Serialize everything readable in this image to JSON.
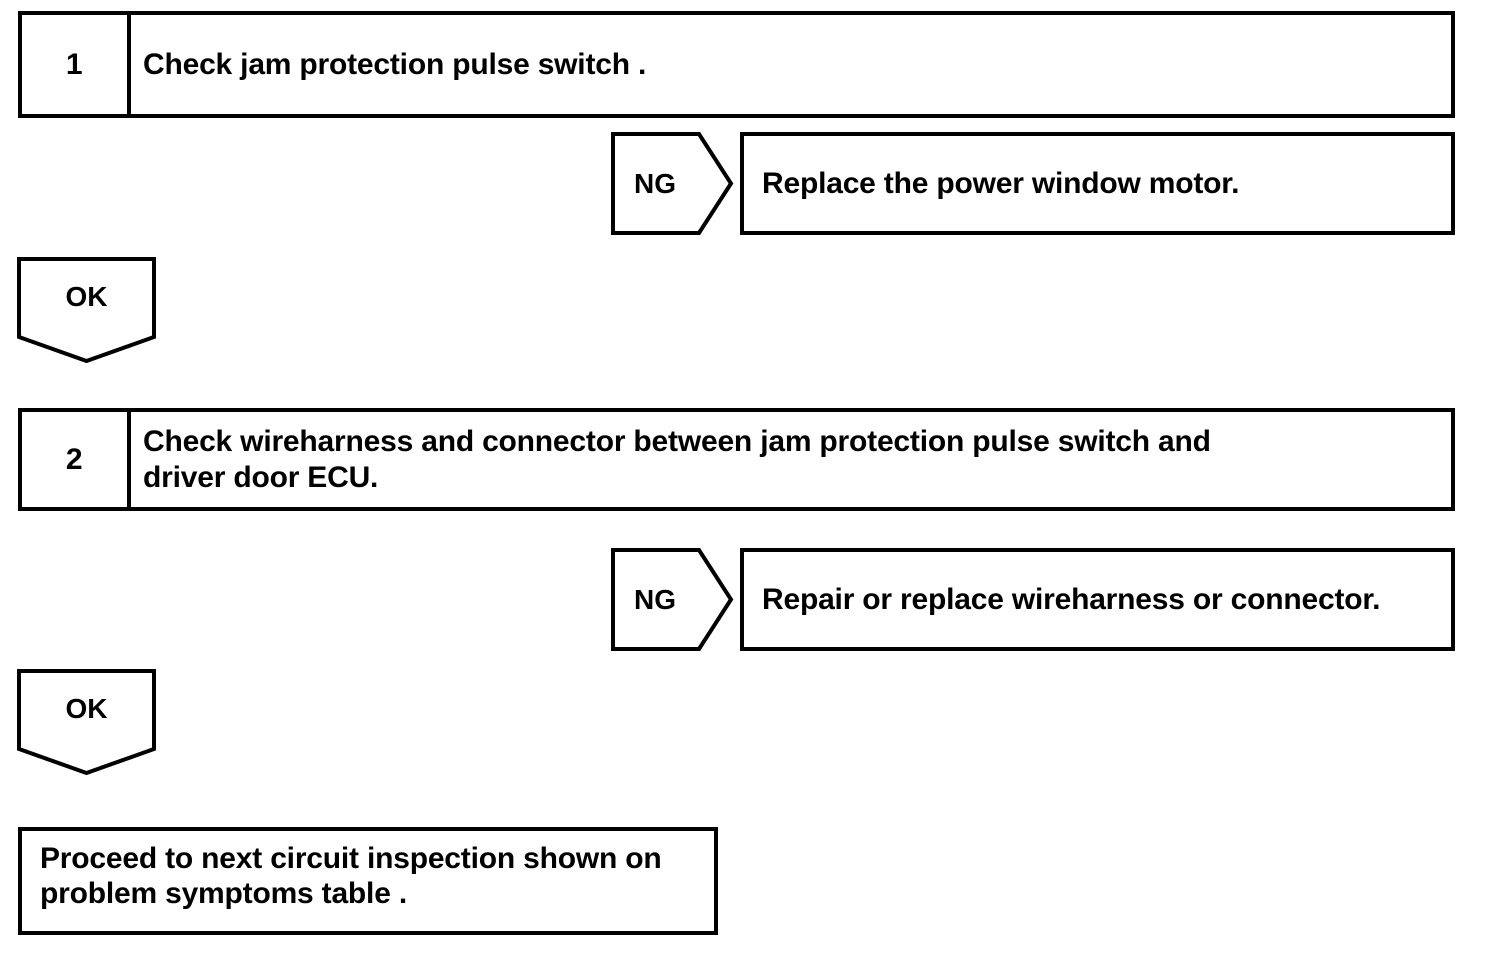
{
  "diagram": {
    "type": "troubleshooting-flowchart",
    "stroke_color": "#000000",
    "background_color": "#ffffff",
    "steps": [
      {
        "number": "1",
        "instruction": "Check jam protection pulse switch .",
        "ng_label": "NG",
        "ng_result": "Replace the power window motor.",
        "ok_label": "OK"
      },
      {
        "number": "2",
        "instruction": "Check wireharness and connector between jam protection pulse switch and\ndriver door ECU.",
        "ng_label": "NG",
        "ng_result": "Repair or replace wireharness or connector.",
        "ok_label": "OK"
      }
    ],
    "final": {
      "text": "Proceed to next circuit inspection shown on\nproblem symptoms table ."
    }
  }
}
